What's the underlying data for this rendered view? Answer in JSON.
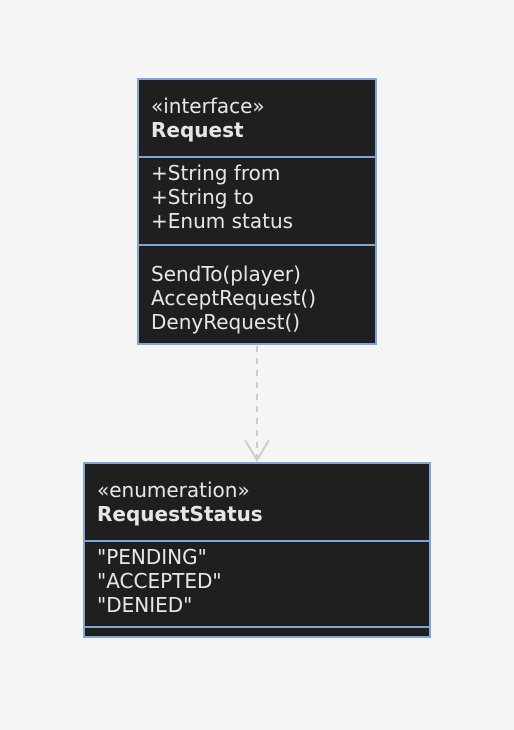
{
  "diagram": {
    "classes": [
      {
        "id": "request",
        "stereotype": "«interface»",
        "name": "Request",
        "attributes": [
          "+String from",
          "+String to",
          "+Enum status"
        ],
        "methods": [
          "SendTo(player)",
          "AcceptRequest()",
          "DenyRequest()"
        ]
      },
      {
        "id": "request-status",
        "stereotype": "«enumeration»",
        "name": "RequestStatus",
        "values": [
          "\"PENDING\"",
          "\"ACCEPTED\"",
          "\"DENIED\""
        ]
      }
    ],
    "relations": [
      {
        "from": "Request",
        "to": "RequestStatus",
        "type": "dependency"
      }
    ],
    "colors": {
      "background": "#f5f5f5",
      "box_fill": "#1f1f1f",
      "box_border": "#7ea6d6",
      "text": "#e6e6e6",
      "connector": "#cccccc"
    }
  }
}
